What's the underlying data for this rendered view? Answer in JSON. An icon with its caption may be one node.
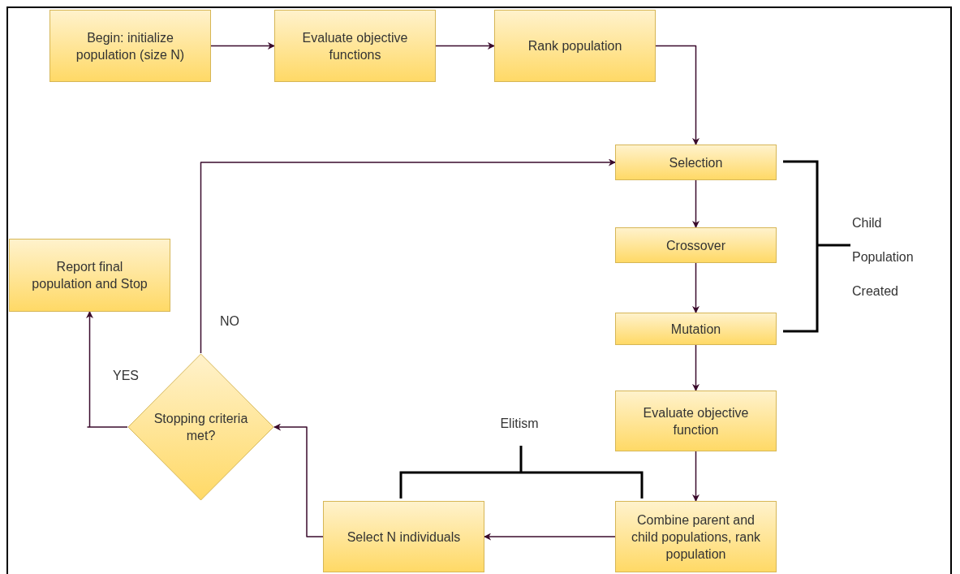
{
  "diagram": {
    "nodes": [
      {
        "text": [
          "Begin: initialize population (size N)"
        ]
      },
      {
        "text": [
          "Evaluate objective functions"
        ]
      },
      {
        "text": [
          "Rank population"
        ]
      },
      {
        "text": [
          "Selection"
        ]
      },
      {
        "text": [
          "Crossover"
        ]
      },
      {
        "text": [
          "Mutation"
        ]
      },
      {
        "text": [
          "Evaluate objective function"
        ]
      },
      {
        "text": [
          "Combine parent and child populations, rank population"
        ]
      },
      {
        "text": [
          "Select N individuals"
        ]
      },
      {
        "text": [
          "Stopping criteria met?"
        ]
      },
      {
        "text": [
          "Report final population and Stop"
        ]
      }
    ],
    "edges": [
      {
        "from": 0,
        "to": 1,
        "arrow": "to"
      },
      {
        "from": 1,
        "to": 2,
        "arrow": "to"
      },
      {
        "from": 2,
        "to": 3,
        "arrow": "to"
      },
      {
        "from": 3,
        "to": 4,
        "arrow": "to"
      },
      {
        "from": 4,
        "to": 5,
        "arrow": "to"
      },
      {
        "from": 5,
        "to": 6,
        "arrow": "to"
      },
      {
        "from": 6,
        "to": 7,
        "arrow": "to"
      },
      {
        "from": 7,
        "to": 8,
        "arrow": "to"
      },
      {
        "from": 8,
        "to": 9,
        "arrow": "to"
      },
      {
        "from": 9,
        "to": 3,
        "arrow": "to",
        "label": "NO"
      },
      {
        "from": 9,
        "to": 10,
        "arrow": "to",
        "label": "YES"
      }
    ],
    "labels": [
      "Child Population Created",
      "Elitism"
    ]
  }
}
